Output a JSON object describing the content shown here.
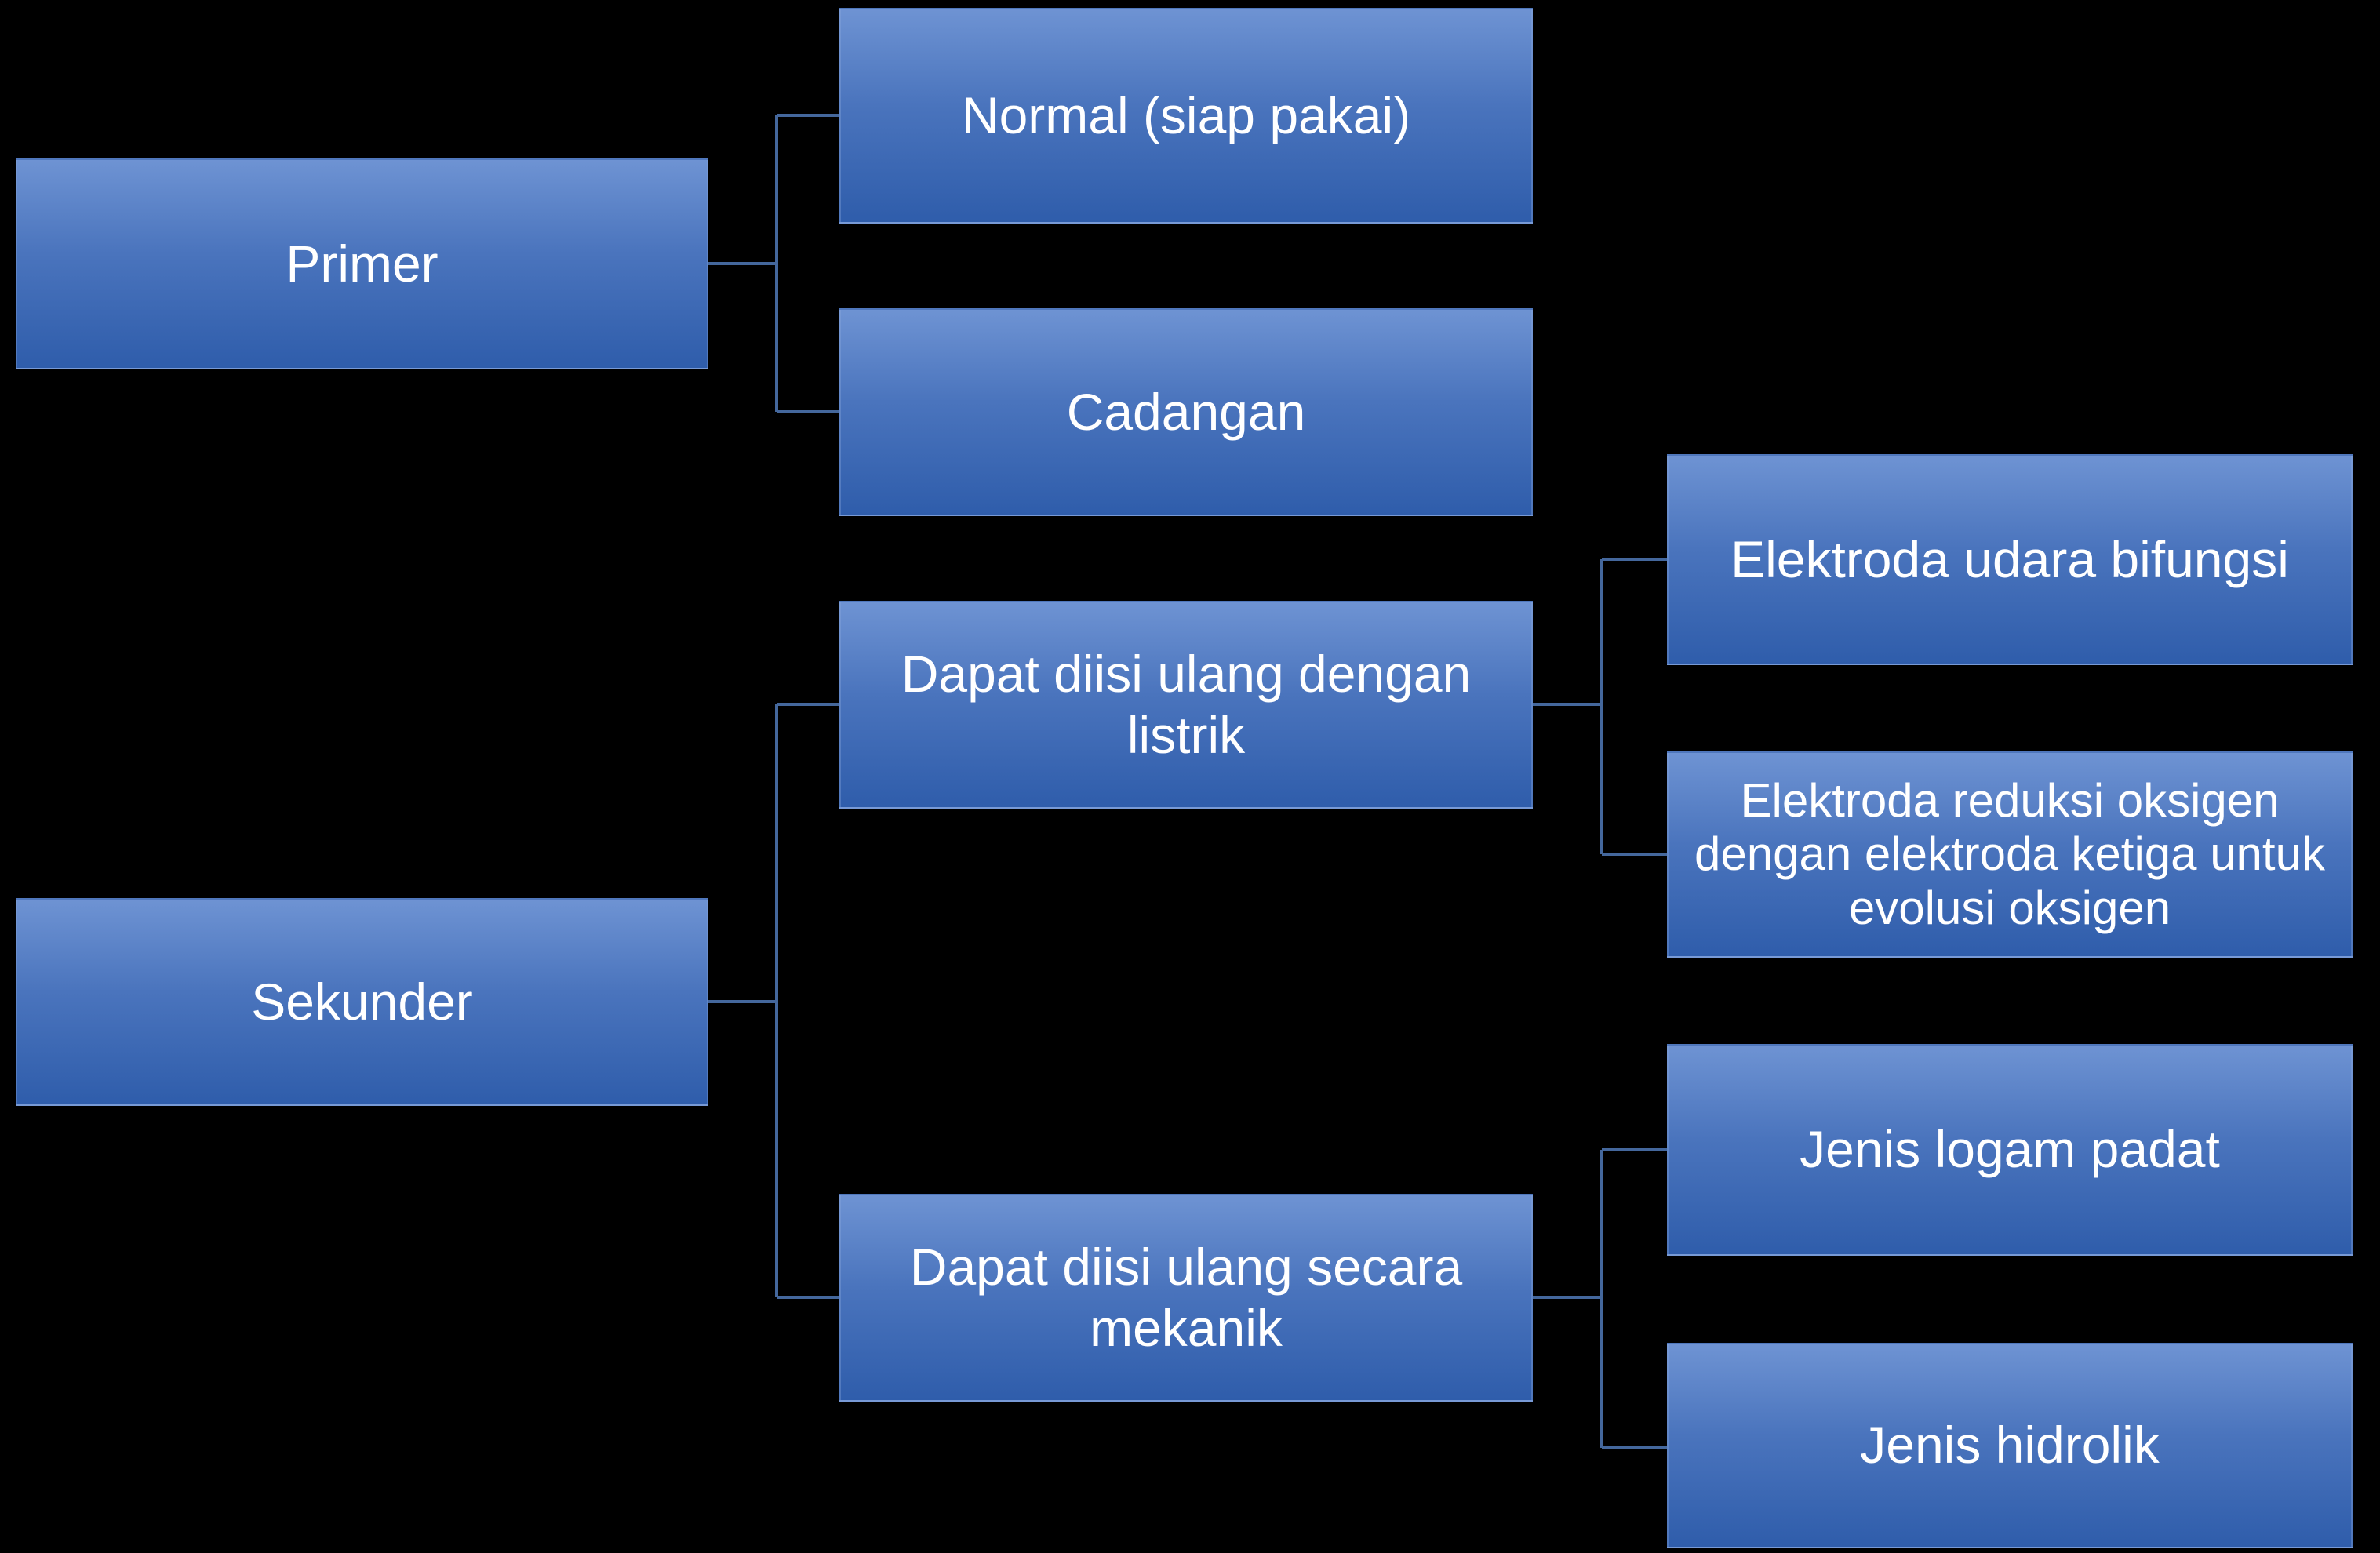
{
  "diagram": {
    "colors": {
      "background": "#000000",
      "node_gradient_top": "#6e93d3",
      "node_gradient_bottom": "#2f5dab",
      "connector": "#44679c",
      "text": "#ffffff"
    },
    "nodes": {
      "primer": {
        "label": "Primer",
        "parent": null
      },
      "normal": {
        "label": "Normal (siap pakai)",
        "parent": "primer"
      },
      "cadangan": {
        "label": "Cadangan",
        "parent": "primer"
      },
      "sekunder": {
        "label": "Sekunder",
        "parent": null
      },
      "listrik": {
        "label": "Dapat diisi ulang dengan listrik",
        "parent": "sekunder"
      },
      "mekanik": {
        "label": "Dapat diisi ulang secara mekanik",
        "parent": "sekunder"
      },
      "bifungsi": {
        "label": "Elektroda udara bifungsi",
        "parent": "listrik"
      },
      "reduksi": {
        "label": "Elektroda reduksi oksigen dengan elektroda ketiga untuk evolusi oksigen",
        "parent": "listrik"
      },
      "logam": {
        "label": "Jenis logam padat",
        "parent": "mekanik"
      },
      "hidrolik": {
        "label": "Jenis hidrolik",
        "parent": "mekanik"
      }
    }
  }
}
